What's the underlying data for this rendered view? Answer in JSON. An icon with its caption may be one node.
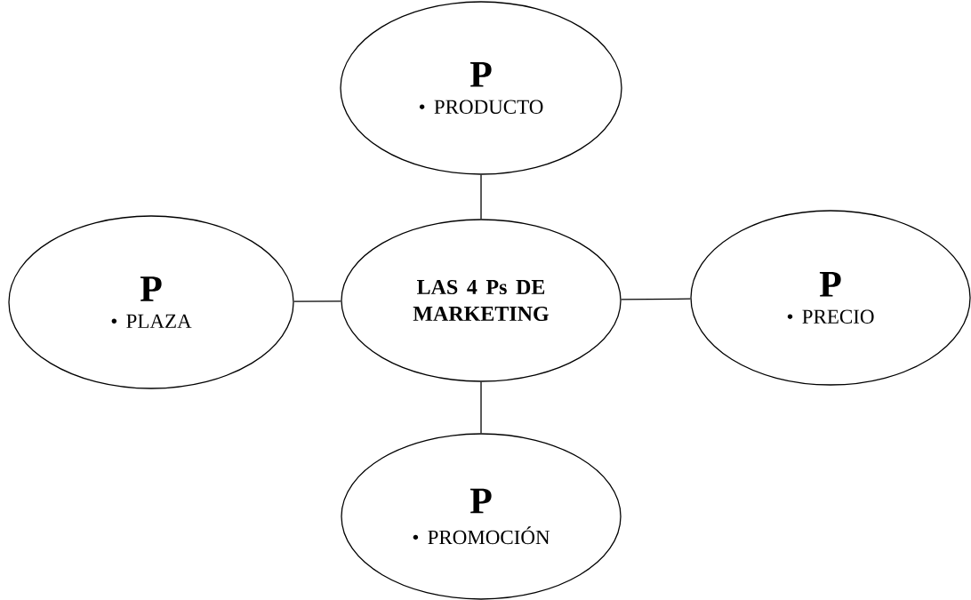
{
  "diagram": {
    "nodes": [
      {
        "text": [
          "P",
          "• PRODUCTO"
        ]
      },
      {
        "text": [
          "P",
          "• PLAZA"
        ]
      },
      {
        "text": [
          "LAS 4 Ps DE MARKETING"
        ]
      },
      {
        "text": [
          "P",
          "• PRECIO"
        ]
      },
      {
        "text": [
          "P",
          "• PROMOCIÓN"
        ]
      }
    ],
    "edges": [
      {
        "from": 2,
        "to": 0,
        "arrow": "none"
      },
      {
        "from": 2,
        "to": 1,
        "arrow": "none"
      },
      {
        "from": 2,
        "to": 3,
        "arrow": "none"
      },
      {
        "from": 2,
        "to": 4,
        "arrow": "none"
      }
    ]
  }
}
